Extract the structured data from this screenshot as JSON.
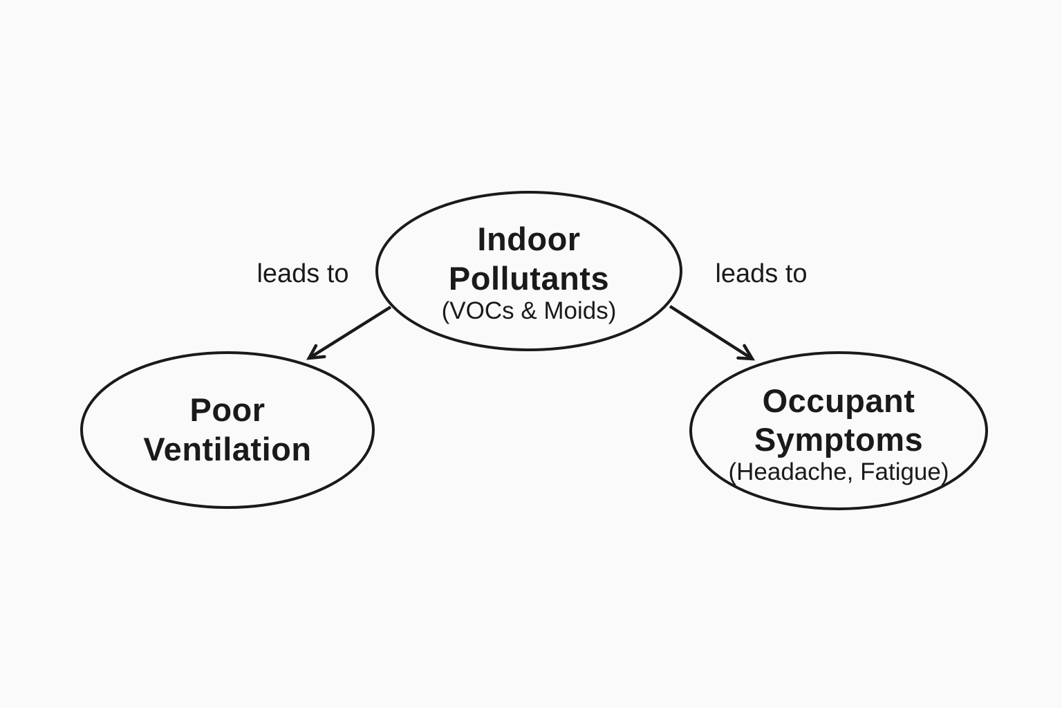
{
  "colors": {
    "background": "#fafafa",
    "stroke": "#1a1a1a",
    "text": "#1a1a1a"
  },
  "diagram": {
    "nodes": [
      {
        "id": "indoor-pollutants",
        "line1": "Indoor",
        "line2": "Pollutants",
        "subtitle": "(VOCs & Moids)"
      },
      {
        "id": "poor-ventilation",
        "line1": "Poor",
        "line2": "Ventilation",
        "subtitle": ""
      },
      {
        "id": "occupant-symptoms",
        "line1": "Occupant",
        "line2": "Symptoms",
        "subtitle": "(Headache, Fatigue)"
      }
    ],
    "edges": [
      {
        "from": "indoor-pollutants",
        "to": "poor-ventilation",
        "label": "leads to"
      },
      {
        "from": "indoor-pollutants",
        "to": "occupant-symptoms",
        "label": "leads to"
      }
    ]
  }
}
